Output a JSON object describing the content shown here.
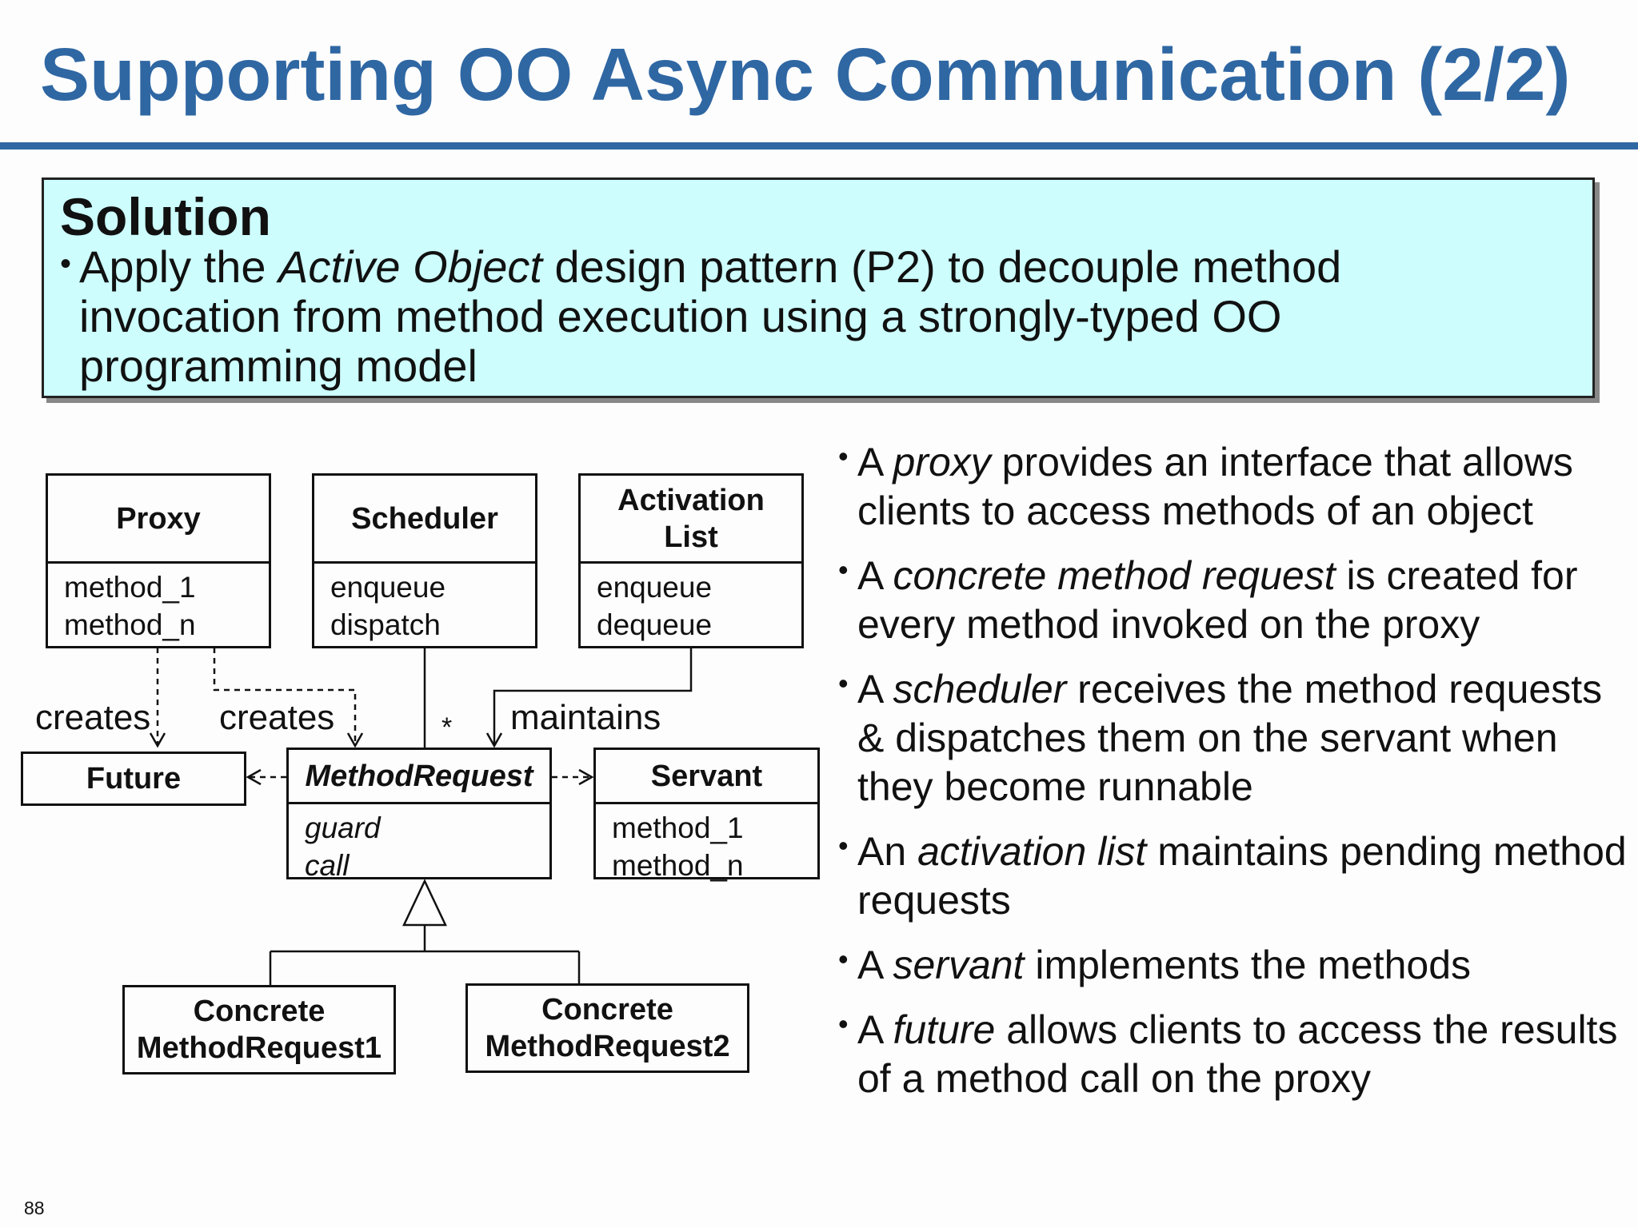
{
  "title": "Supporting OO Async Communication (2/2)",
  "solution": {
    "heading": "Solution",
    "bullet": {
      "pre": "Apply the ",
      "em": "Active Object",
      "post": " design pattern (P2) to decouple method invocation from method execution using a strongly-typed OO programming model"
    }
  },
  "diagram": {
    "proxy": {
      "name": "Proxy",
      "ops": [
        "method_1",
        "method_n"
      ]
    },
    "scheduler": {
      "name": "Scheduler",
      "ops": [
        "enqueue",
        "dispatch"
      ]
    },
    "activation_list": {
      "name": "Activation List",
      "ops": [
        "enqueue",
        "dequeue"
      ]
    },
    "future": {
      "name": "Future"
    },
    "method_request": {
      "name": "MethodRequest",
      "ops": [
        "guard",
        "call"
      ]
    },
    "servant": {
      "name": "Servant",
      "ops": [
        "method_1",
        "method_n"
      ]
    },
    "concrete1": {
      "name": "Concrete MethodRequest1"
    },
    "concrete2": {
      "name": "Concrete MethodRequest2"
    },
    "labels": {
      "creates_1": "creates",
      "creates_2": "creates",
      "multiplicity": "*",
      "maintains": "maintains"
    }
  },
  "bullets": [
    {
      "pre": "A ",
      "em": "proxy",
      "post": " provides an interface that allows clients to access methods of an object"
    },
    {
      "pre": "A ",
      "em": "concrete method request",
      "post": " is created for every method invoked on the proxy"
    },
    {
      "pre": "A ",
      "em": "scheduler",
      "post": " receives the method requests & dispatches them on the servant when they become runnable"
    },
    {
      "pre": "An ",
      "em": "activation list",
      "post": " maintains pending method requests"
    },
    {
      "pre": "A ",
      "em": "servant",
      "post": " implements the methods"
    },
    {
      "pre": "A ",
      "em": "future",
      "post": " allows clients to access the results of a method call on the proxy"
    }
  ],
  "page_number": "88"
}
